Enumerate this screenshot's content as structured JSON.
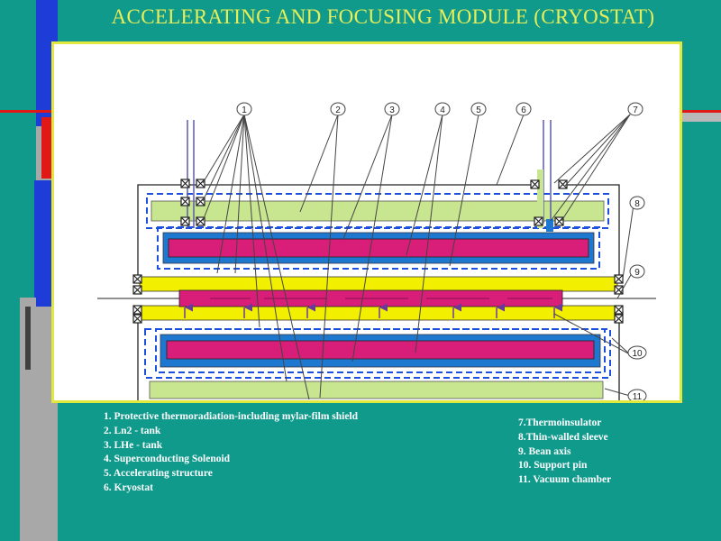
{
  "slide": {
    "title": "ACCELERATING AND FOCUSING MODULE (CRYOSTAT)"
  },
  "colors": {
    "background": "#0f9a8c",
    "title": "#e8ee58",
    "panel_border": "#e2e83c",
    "ln2_tank": "#c8e690",
    "lhe_tank": "#1e78d0",
    "solenoid": "#d81e78",
    "accelerating_structure": "#f2f000",
    "shield_dash": "#1e50e0",
    "kryostat": "#222222"
  },
  "diagram": {
    "callouts": [
      "1",
      "2",
      "3",
      "4",
      "5",
      "6",
      "7",
      "8",
      "9",
      "10",
      "11"
    ]
  },
  "legend_left": [
    "1. Protective thermoradiation-including mylar-film shield",
    "2. Ln2  - tank",
    "3. LHe  - tank",
    "4. Superconducting  Solenoid",
    "5. Accelerating structure",
    "6. Kryostat"
  ],
  "legend_right": [
    "7.Thermoinsulator",
    "8.Thin-walled sleeve",
    "9. Bean axis",
    "10. Support pin",
    "11. Vacuum chamber"
  ]
}
